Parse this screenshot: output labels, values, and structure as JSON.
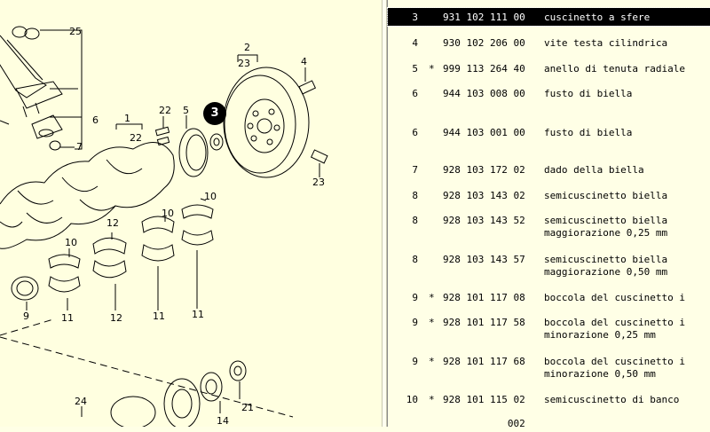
{
  "diagram": {
    "callouts": [
      "25",
      "6",
      "7",
      "1",
      "22",
      "22",
      "5",
      "3",
      "2",
      "23",
      "4",
      "23",
      "10",
      "10",
      "12",
      "10",
      "9",
      "11",
      "12",
      "11",
      "11",
      "24",
      "14",
      "21"
    ],
    "selected_callout": "3"
  },
  "table": {
    "rows": [
      {
        "pos": "3",
        "star": "",
        "code": "931 102 111 00",
        "desc": "cuscinetto a sfere",
        "selected": true
      },
      {
        "pos": "4",
        "star": "",
        "code": "930 102 206 00",
        "desc": "vite testa cilindrica",
        "selected": false
      },
      {
        "pos": "5",
        "star": "*",
        "code": "999 113 264 40",
        "desc": "anello di tenuta radiale",
        "selected": false
      },
      {
        "pos": "6",
        "star": "",
        "code": "944 103 008 00",
        "desc": "fusto di biella",
        "selected": false
      },
      {
        "pos": "6",
        "star": "",
        "code": "944 103 001 00",
        "desc": "fusto di biella",
        "selected": false
      },
      {
        "pos": "7",
        "star": "",
        "code": "928 103 172 02",
        "desc": "dado della biella",
        "selected": false
      },
      {
        "pos": "8",
        "star": "",
        "code": "928 103 143 02",
        "desc": "semicuscinetto biella",
        "selected": false
      },
      {
        "pos": "8",
        "star": "",
        "code": "928 103 143 52",
        "desc": "semicuscinetto biella\nmaggiorazione 0,25 mm",
        "selected": false
      },
      {
        "pos": "8",
        "star": "",
        "code": "928 103 143 57",
        "desc": "semicuscinetto biella\nmaggiorazione 0,50 mm",
        "selected": false
      },
      {
        "pos": "9",
        "star": "*",
        "code": "928 101 117 08",
        "desc": "boccola del cuscinetto i",
        "selected": false
      },
      {
        "pos": "9",
        "star": "*",
        "code": "928 101 117 58",
        "desc": "boccola del cuscinetto i\nminorazione 0,25 mm",
        "selected": false
      },
      {
        "pos": "9",
        "star": "*",
        "code": "928 101 117 68",
        "desc": "boccola del cuscinetto i\nminorazione 0,50 mm",
        "selected": false
      },
      {
        "pos": "10",
        "star": "*",
        "code": "928 101 115 02",
        "desc": "semicuscinetto di banco",
        "selected": false
      },
      {
        "pos": "",
        "star": "",
        "code": "           002",
        "desc": "",
        "selected": false
      }
    ]
  }
}
